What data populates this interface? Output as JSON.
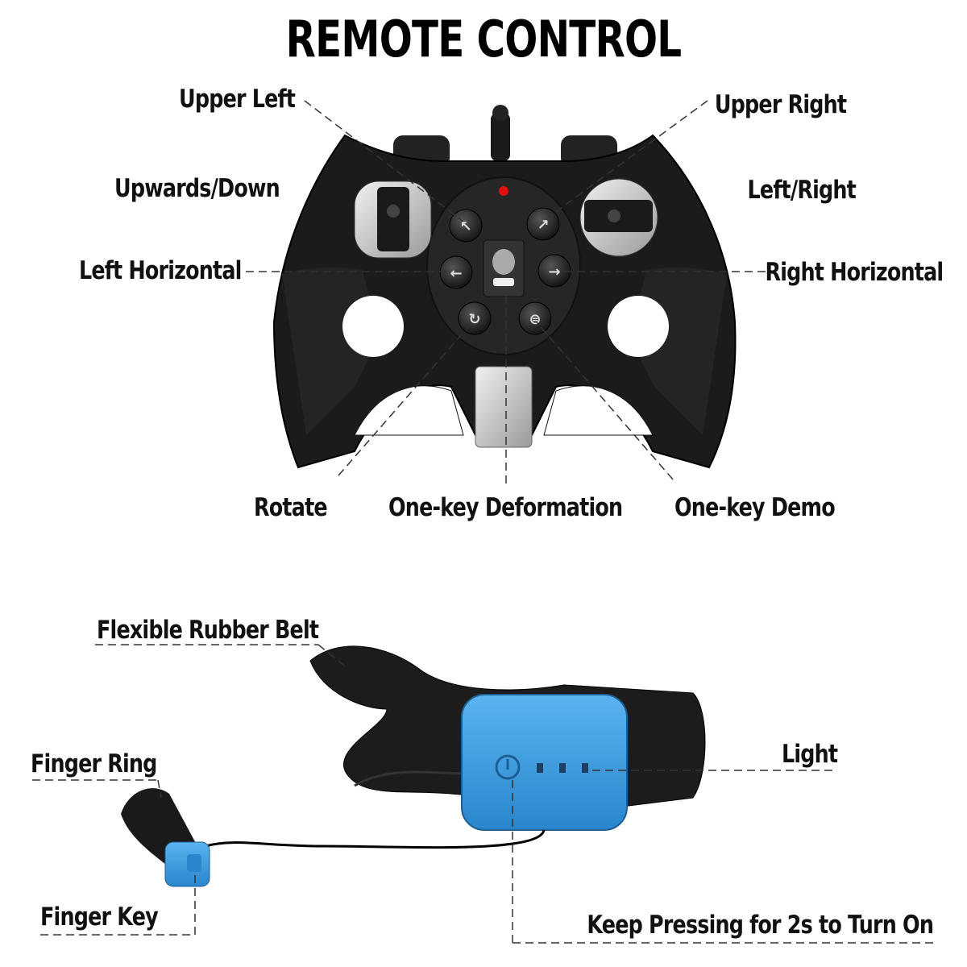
{
  "title": "REMOTE CONTROL",
  "remote_labels": {
    "upper_left": "Upper Left",
    "upper_right": "Upper Right",
    "upwards_down": "Upwards/Down",
    "left_right": "Left/Right",
    "left_horizontal": "Left Horizontal",
    "right_horizontal": "Right Horizontal",
    "rotate": "Rotate",
    "one_key_deformation": "One-key Deformation",
    "one_key_demo": "One-key Demo"
  },
  "wrist_labels": {
    "flexible_rubber_belt": "Flexible Rubber Belt",
    "finger_ring": "Finger Ring",
    "light": "Light",
    "finger_key": "Finger Key",
    "keep_pressing": "Keep Pressing for 2s to Turn On"
  },
  "colors": {
    "controller_body": "#1b1b1b",
    "accent_silver": "#c8c8c8",
    "wrist_module_blue": "#3a9be0",
    "led_red": "#e01010"
  }
}
